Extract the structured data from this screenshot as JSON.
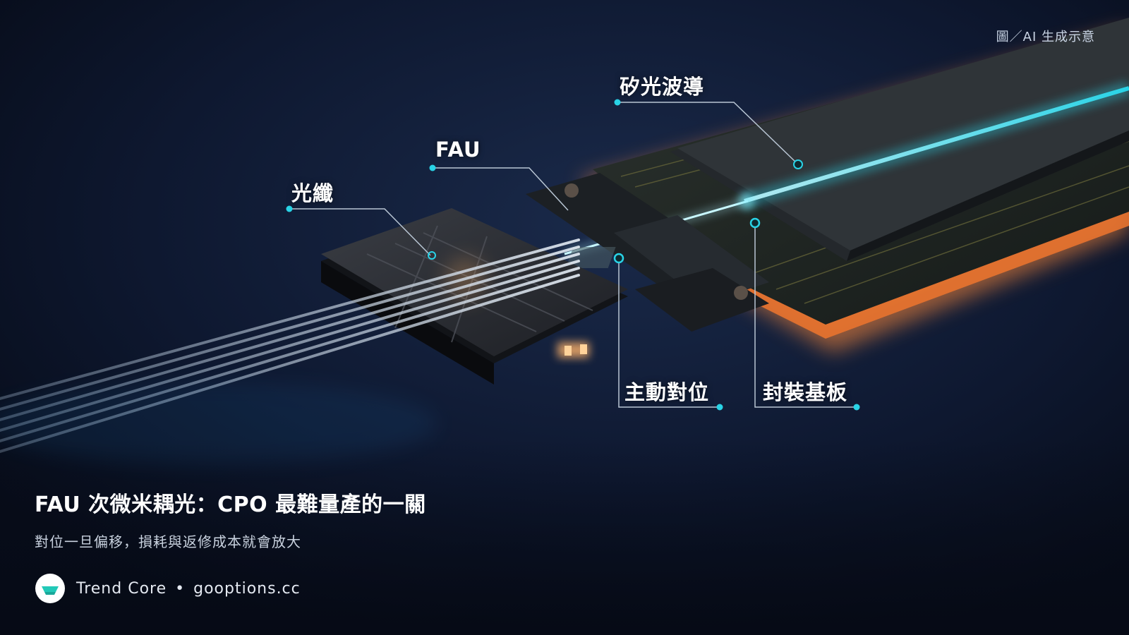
{
  "image_credit": "圖／AI 生成示意",
  "callouts": {
    "fiber": "光纖",
    "fau": "FAU",
    "silicon_waveguide": "矽光波導",
    "active_alignment": "主動對位",
    "package_substrate": "封裝基板"
  },
  "caption": {
    "title": "FAU 次微米耦光：CPO 最難量產的一關",
    "subtitle": "對位一旦偏移，損耗與返修成本就會放大"
  },
  "brand": {
    "name": "Trend Core",
    "separator": "•",
    "site": "gooptions.cc",
    "logo_icon": "trend-core-logo-icon"
  },
  "colors": {
    "background": "#0b1326",
    "accent_cyan": "#29d3e6",
    "accent_orange": "#ff9a4a",
    "text_primary": "#ffffff",
    "text_secondary": "#c9d2df"
  }
}
